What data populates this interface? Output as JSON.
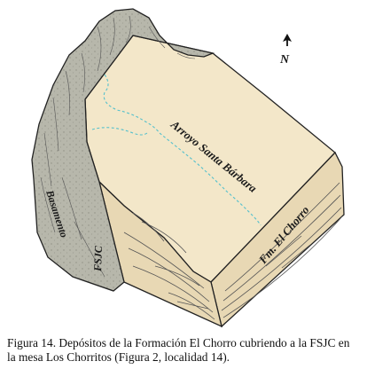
{
  "figure": {
    "north_label": "N",
    "labels": {
      "arroyo": "Arroyo Santa Bárbara",
      "basamento": "Basamento",
      "fsjc": "FSJC",
      "fm_el_chorro": "Fm. El Chorro"
    },
    "colors": {
      "formation_top": "#f3e7c9",
      "formation_side": "#e8d8b4",
      "basement_rock": "#b7b7ab",
      "creek": "#55c0cc",
      "outline": "#222222"
    }
  },
  "caption": {
    "line1": "Figura 14. Depósitos de la Formación El Chorro cubriendo a la FSJC en",
    "line2": "la mesa Los Chorritos (Figura 2, localidad 14)."
  }
}
